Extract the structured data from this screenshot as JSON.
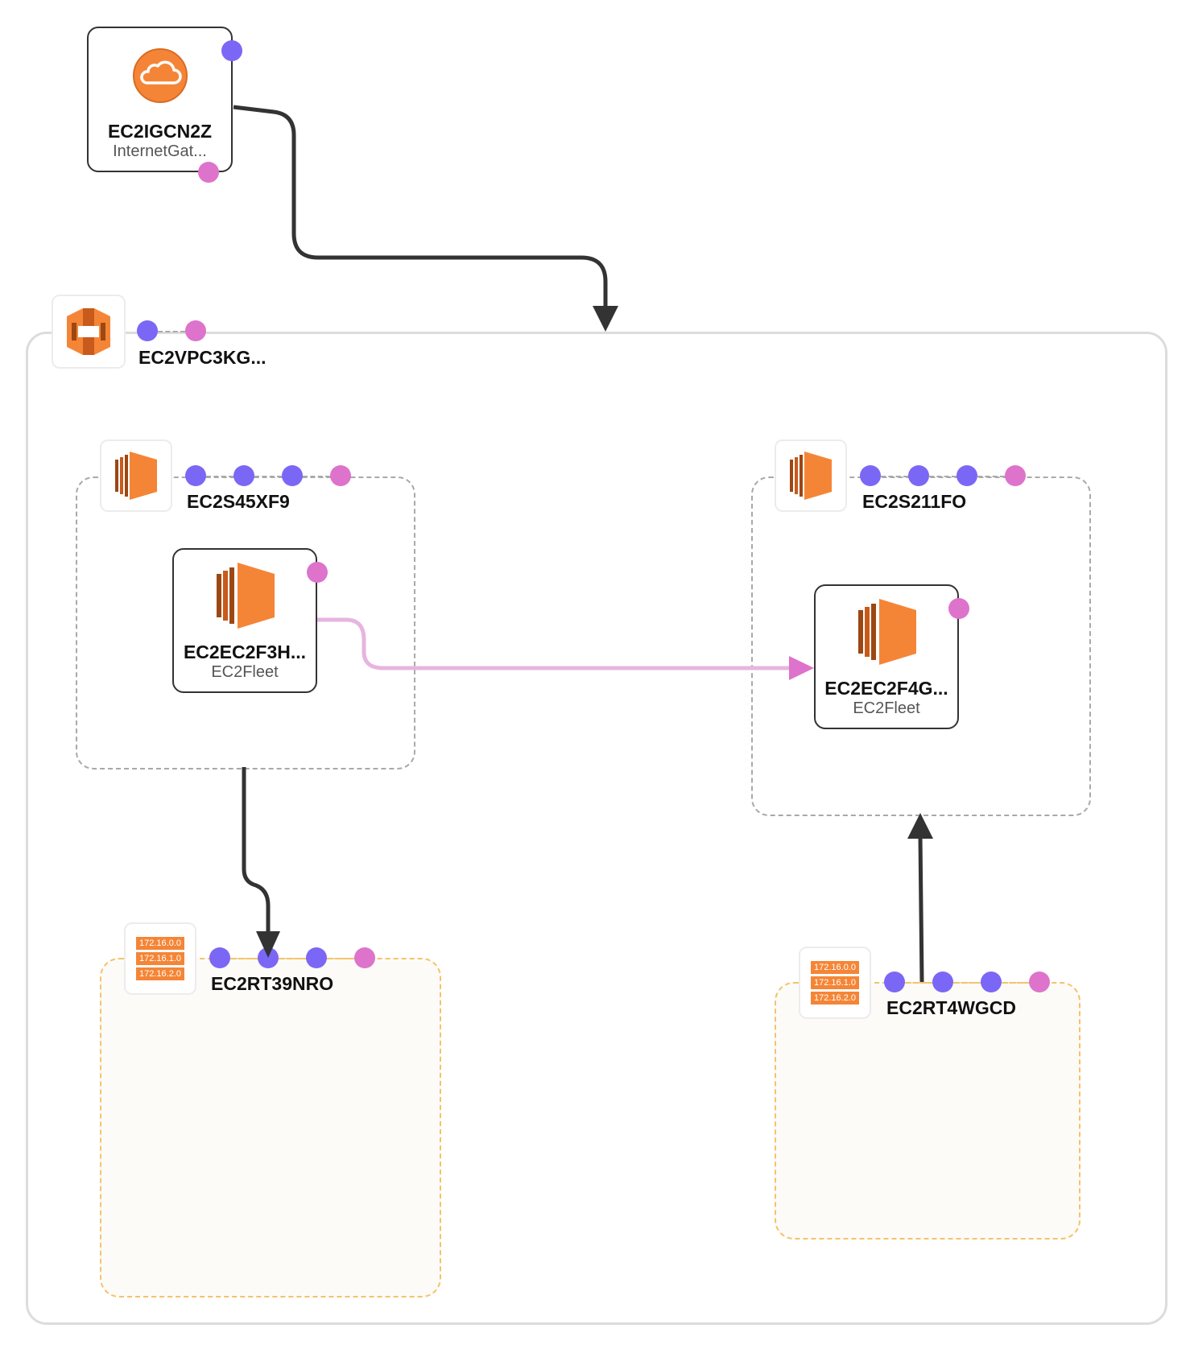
{
  "nodes": {
    "igw": {
      "title": "EC2IGCN2Z",
      "subtitle": "InternetGat..."
    },
    "vpc": {
      "title": "EC2VPC3KG..."
    },
    "subnet_left": {
      "title": "EC2S45XF9"
    },
    "subnet_right": {
      "title": "EC2S211FO"
    },
    "fleet_left": {
      "title": "EC2EC2F3H...",
      "subtitle": "EC2Fleet"
    },
    "fleet_right": {
      "title": "EC2EC2F4G...",
      "subtitle": "EC2Fleet"
    },
    "rt_left": {
      "title": "EC2RT39NRO",
      "cidrs": [
        "172.16.0.0",
        "172.16.1.0",
        "172.16.2.0"
      ]
    },
    "rt_right": {
      "title": "EC2RT4WGCD",
      "cidrs": [
        "172.16.0.0",
        "172.16.1.0",
        "172.16.2.0"
      ]
    }
  },
  "colors": {
    "port_in": "#7b67f5",
    "port_out": "#de73cb",
    "edge_dark": "#333333",
    "edge_pink": "#e8b4e0",
    "aws_orange": "#f58536"
  },
  "icons": {
    "igw": "internet-gateway-cloud-icon",
    "vpc": "vpc-icon",
    "subnet": "ec2-icon",
    "fleet": "ec2-fleet-icon",
    "route_table": "route-table-icon"
  }
}
